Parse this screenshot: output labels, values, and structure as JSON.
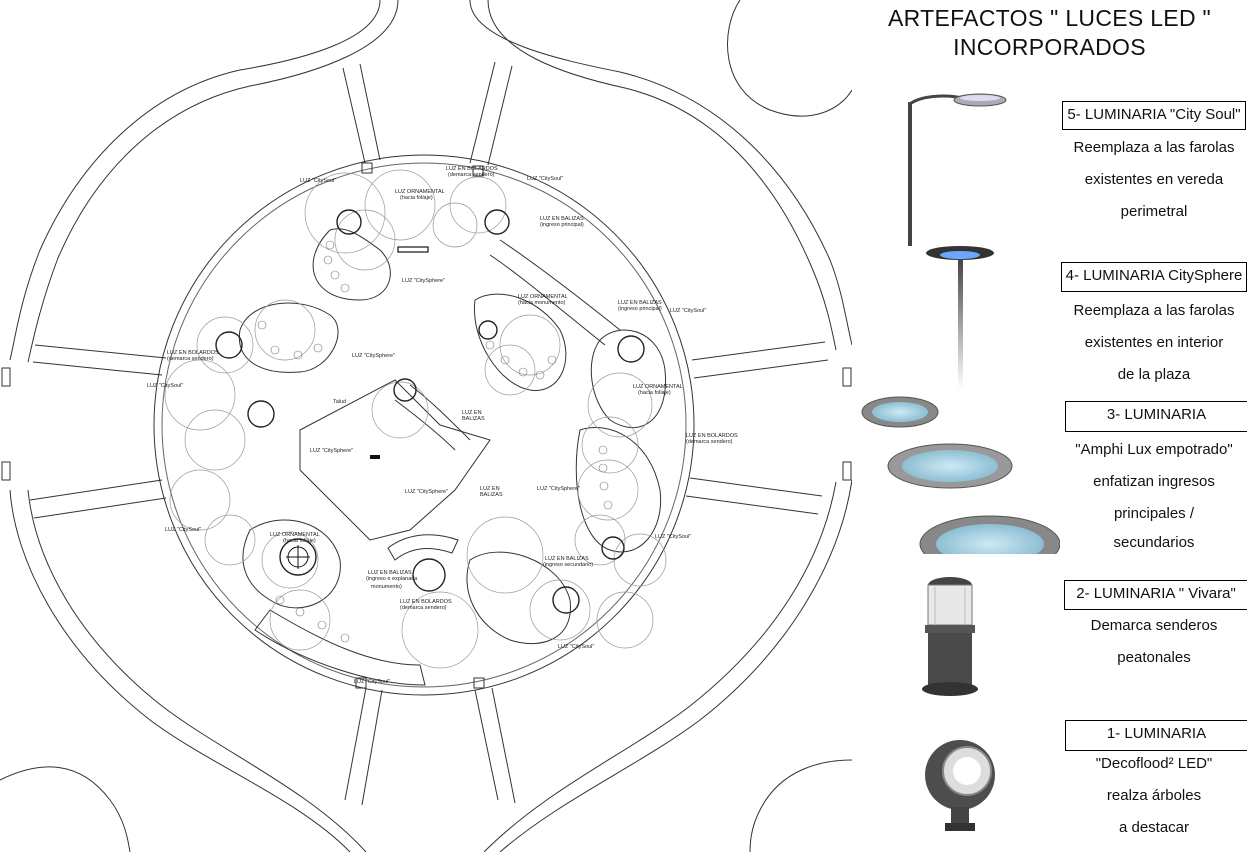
{
  "panel": {
    "title_line1": "ARTEFACTOS  \" LUCES LED \"",
    "title_line2": "INCORPORADOS",
    "items": [
      {
        "label": "5- LUMINARIA \"City Soul\"",
        "lines": [
          "Reemplaza a las farolas",
          "existentes en vereda",
          "perimetral"
        ],
        "icon": "city-soul-luminaire"
      },
      {
        "label": "4- LUMINARIA CitySphere",
        "lines": [
          "Reemplaza a las farolas",
          "existentes en interior",
          "de la plaza"
        ],
        "icon": "citysphere-luminaire"
      },
      {
        "label": "3- LUMINARIA",
        "lines": [
          "\"Amphi Lux empotrado\"",
          "enfatizan  ingresos",
          "principales /",
          "secundarios"
        ],
        "icon": "amphi-lux-recessed-luminaire"
      },
      {
        "label": "2- LUMINARIA \" Vivara\"",
        "lines": [
          "Demarca senderos",
          "peatonales"
        ],
        "icon": "vivara-bollard-luminaire"
      },
      {
        "label": "1- LUMINARIA",
        "lines": [
          "\"Decoflood² LED\"",
          "realza árboles",
          "a destacar"
        ],
        "icon": "decoflood-spotlight-luminaire"
      }
    ]
  },
  "plan": {
    "labels": {
      "bolardos_top": "LUZ EN BOLARDOS",
      "bolardos_top_sub": "(demarca sendero)",
      "baliza_top": "LUZ EN BALIZAS",
      "baliza_top_sub": "(ingreso principal)",
      "orn_top": "LUZ ORNAMENTAL",
      "orn_top_sub": "(hacia follaje)",
      "citysoul_a": "LUZ \"CitySoul\"",
      "citysoul_b": "LUZ \"CitySoul\"",
      "citysphere_a": "LUZ \"CitySphere\"",
      "citysphere_b": "LUZ \"CitySphere\"",
      "bolardos_left": "LUZ EN BOLARDOS",
      "bolardos_left_sub": "(demarca sendero)",
      "citysoul_left": "LUZ \"CitySoul\"",
      "orn_mid": "LUZ ORNAMENTAL",
      "orn_mid_sub": "(hacia monumento)",
      "baliza_right": "LUZ EN BALIZAS",
      "baliza_right_sub": "(ingreso principal)",
      "citysoul_right": "LUZ \"CitySoul\"",
      "orn_right": "LUZ ORNAMENTAL",
      "orn_right_sub": "(hacia follaje)",
      "talud": "Talud",
      "balizas_center": "LUZ EN",
      "balizas_center_sub": "BALIZAS",
      "citysphere_center": "LUZ \"CitySphere\"",
      "citysphere_center2": "LUZ \"CitySphere\"",
      "balizas_center2": "LUZ EN",
      "balizas_center2_sub": "BALIZAS",
      "citysphere_right": "LUZ \"CitySphere\"",
      "bolardos_right": "LUZ EN BOLARDOS",
      "bolardos_right_sub": "(demarca sendero)",
      "citysoul_ll": "LUZ \"CitySoul\"",
      "orn_ll": "LUZ ORNAMENTAL",
      "orn_ll_sub": "(hacia follaje)",
      "baliza_bottom": "LUZ EN BALIZAS",
      "baliza_bottom_sub": "(ingreso e explanada",
      "baliza_bottom_sub2": "monumento)",
      "baliza_sec": "LUZ EN BALIZAS",
      "baliza_sec_sub": "(ingreso secundario)",
      "citysoul_lr": "LUZ \"CitySoul\"",
      "bolardos_bottom": "LUZ EN BOLARDOS",
      "bolardos_bottom_sub": "(demarca sendero)",
      "citysoul_bottom_right": "LUZ \"CitySoul\"",
      "citysoul_bottom": "LUZ \"CitySoul\""
    }
  }
}
